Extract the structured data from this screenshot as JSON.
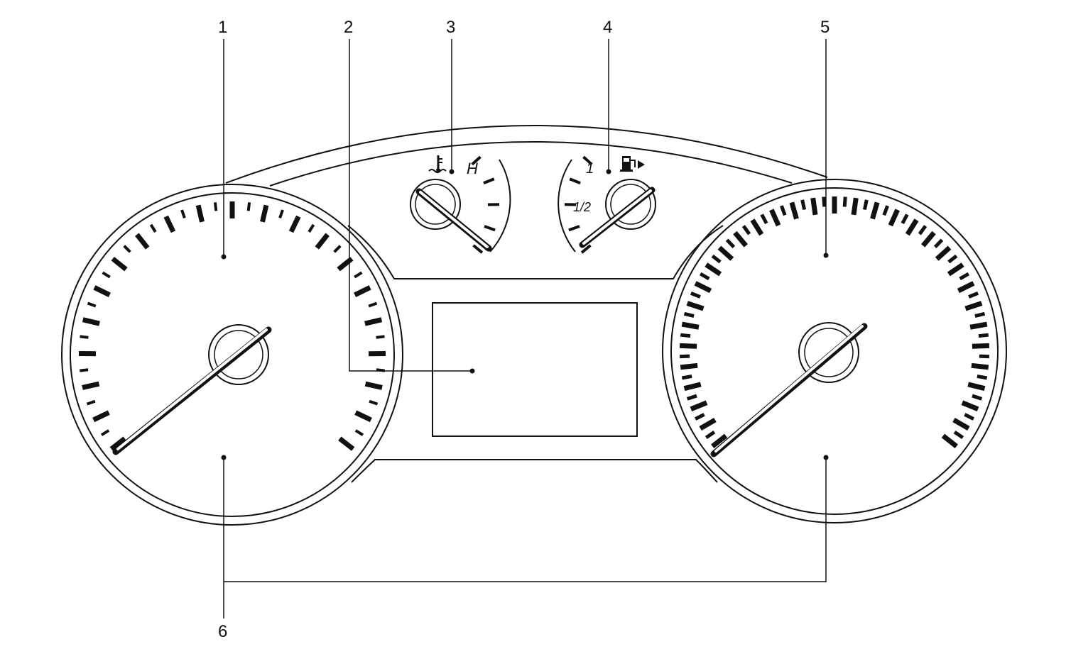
{
  "callouts": [
    {
      "number": "1"
    },
    {
      "number": "2"
    },
    {
      "number": "3"
    },
    {
      "number": "4"
    },
    {
      "number": "5"
    },
    {
      "number": "6"
    }
  ],
  "temp_gauge": {
    "hot_label": "H",
    "icon": "coolant-temperature-icon"
  },
  "fuel_gauge": {
    "full_label": "1",
    "half_label": "1/2",
    "icon": "fuel-pump-icon"
  }
}
